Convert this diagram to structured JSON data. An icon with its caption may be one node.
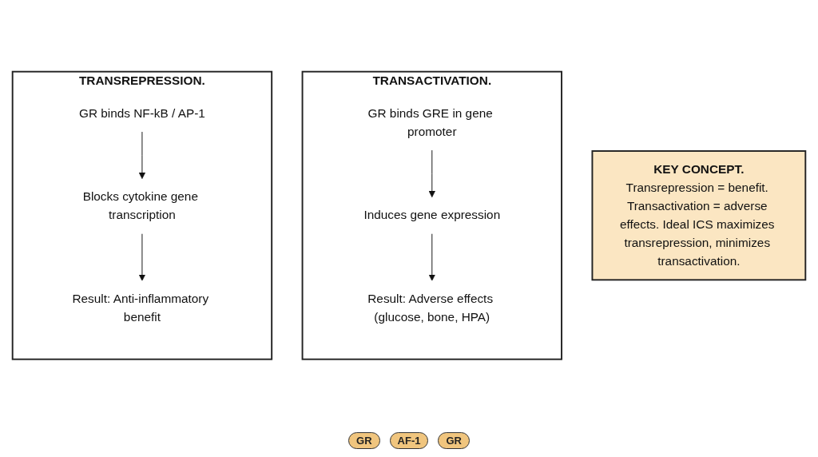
{
  "diagram": {
    "nodes": [
      {
        "text": [
          "TRANSREPRESSION."
        ]
      },
      {
        "text": [
          "GR binds NF-kB / AP-1"
        ],
        "in": 0
      },
      {
        "text": [
          "Blocks cytokine gene transcription"
        ],
        "in": 0
      },
      {
        "text": [
          "Result: Anti-inflammatory benefit"
        ],
        "in": 0
      },
      {
        "text": [
          "TRANSACTIVATION."
        ]
      },
      {
        "text": [
          "GR binds GRE in gene promoter"
        ],
        "in": 4
      },
      {
        "text": [
          "Induces gene expression"
        ],
        "in": 4
      },
      {
        "text": [
          "Result: Adverse effects (glucose, bone, HPA)"
        ],
        "in": 4
      },
      {
        "text": [
          "KEY CONCEPT.",
          "Transrepression = benefit. Transactivation = adverse effects. Ideal ICS maximizes transrepression, minimizes transactivation."
        ]
      }
    ],
    "edges": [
      {
        "from": 1,
        "to": 2,
        "arrow": "to"
      },
      {
        "from": 2,
        "to": 3,
        "arrow": "to"
      },
      {
        "from": 5,
        "to": 6,
        "arrow": "to"
      },
      {
        "from": 6,
        "to": 7,
        "arrow": "to"
      }
    ],
    "labels": [
      "GR",
      "AF-1",
      "GR"
    ]
  }
}
